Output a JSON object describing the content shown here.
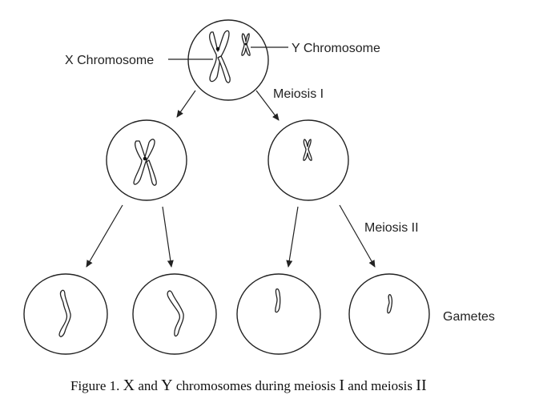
{
  "labels": {
    "x_chromosome": "X Chromosome",
    "y_chromosome": "Y Chromosome",
    "meiosis_1": "Meiosis I",
    "meiosis_2": "Meiosis II",
    "gametes": "Gametes"
  },
  "caption": {
    "prefix": "Figure 1. ",
    "x": "X",
    "part1": " and ",
    "y": "Y",
    "part2": " chromosomes during meiosis ",
    "roman1": "I",
    "part3": " and meiosis ",
    "roman2": "II"
  }
}
